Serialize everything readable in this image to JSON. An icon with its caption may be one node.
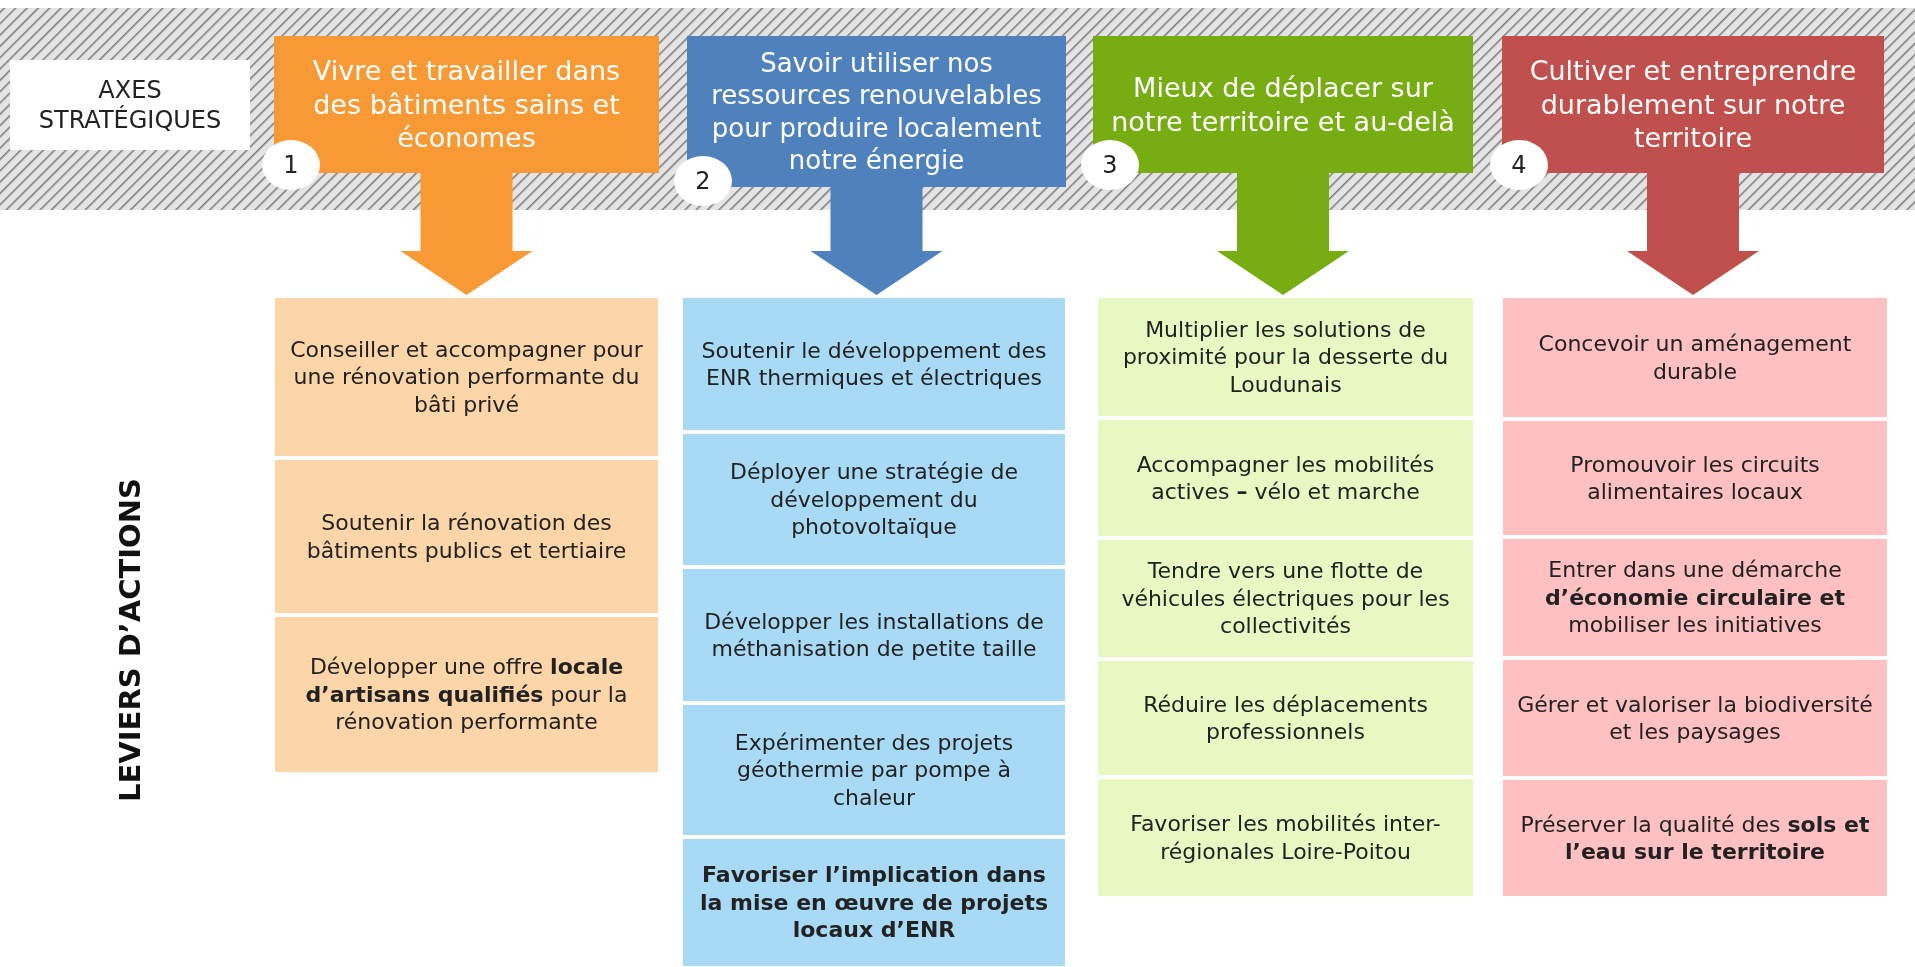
{
  "diagram": {
    "nodes": [
      {
        "text": [
          "AXES STRATÉGIQUES"
        ]
      },
      {
        "text": [
          "Vivre et travailler dans des bâtiments sains et économes"
        ]
      },
      {
        "text": [
          "1"
        ]
      },
      {
        "text": [
          "Savoir utiliser nos ressources renouvelables pour produire localement notre énergie"
        ]
      },
      {
        "text": [
          "2"
        ]
      },
      {
        "text": [
          "Mieux de déplacer sur notre territoire et au-delà"
        ]
      },
      {
        "text": [
          "3"
        ]
      },
      {
        "text": [
          "Cultiver et entreprendre durablement sur notre territoire"
        ]
      },
      {
        "text": [
          "4"
        ]
      },
      {
        "text": [
          "Conseiller et accompagner pour une rénovation performante du bâti privé"
        ]
      },
      {
        "text": [
          "Soutenir la rénovation des bâtiments publics et tertiaire"
        ]
      },
      {
        "text": [
          "Développer une offre **locale d’artisans qualifiés** pour la rénovation performante"
        ]
      },
      {
        "text": [
          "Soutenir le développement des ENR thermiques et électriques"
        ]
      },
      {
        "text": [
          "Déployer une stratégie de développement du photovoltaïque"
        ]
      },
      {
        "text": [
          "Développer les installations de méthanisation de petite taille"
        ]
      },
      {
        "text": [
          "Expérimenter des projets géothermie par pompe à chaleur"
        ]
      },
      {
        "text": [
          "Favoriser l’implication dans la mise en œuvre de projets locaux d’ENR"
        ]
      },
      {
        "text": [
          "Multiplier les solutions de proximité pour la desserte du Loudunais"
        ]
      },
      {
        "text": [
          "Accompagner les mobilités actives **–** vélo et marche"
        ]
      },
      {
        "text": [
          "Tendre vers une flotte de véhicules électriques pour les collectivités"
        ]
      },
      {
        "text": [
          "Réduire les déplacements professionnels"
        ]
      },
      {
        "text": [
          "Favoriser les mobilités inter-régionales Loire-Poitou"
        ]
      },
      {
        "text": [
          "Concevoir un aménagement durable"
        ]
      },
      {
        "text": [
          "Promouvoir les circuits alimentaires locaux"
        ]
      },
      {
        "text": [
          "Entrer dans une démarche **d’économie circulaire et** mobiliser les initiatives"
        ]
      },
      {
        "text": [
          "Gérer et valoriser la biodiversité et les paysages"
        ]
      },
      {
        "text": [
          "Préserver la qualité des **sols et l’eau sur le territoire**"
        ]
      }
    ],
    "edges": [
      {
        "from": 1,
        "to": 9,
        "arrow": "to",
        "color": "#f79a35"
      },
      {
        "from": 3,
        "to": 12,
        "arrow": "to",
        "color": "#4f81bd"
      },
      {
        "from": 5,
        "to": 17,
        "arrow": "to",
        "color": "#77ac13"
      },
      {
        "from": 7,
        "to": 22,
        "arrow": "to",
        "color": "#c0504d"
      }
    ],
    "labels": [
      "LEVIERS D’ACTIONS"
    ]
  }
}
